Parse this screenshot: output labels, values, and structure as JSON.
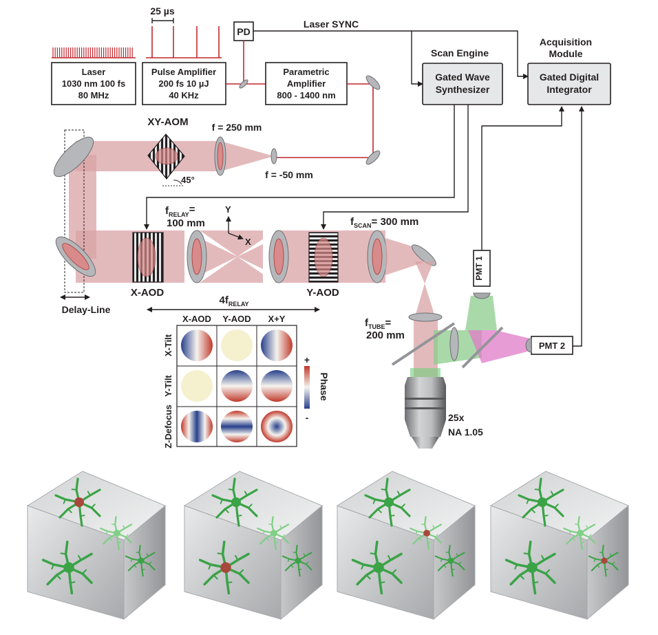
{
  "labels": {
    "laser_sync": "Laser SYNC",
    "pulse_period": "25 µs",
    "pd": "PD",
    "laser_l1": "Laser",
    "laser_l2": "1030 nm  100 fs",
    "laser_l3": "80 MHz",
    "amp_l1": "Pulse Amplifier",
    "amp_l2": "200 fs 10 µJ",
    "amp_l3": "40 KHz",
    "param_l1": "Parametric",
    "param_l2": "Amplifier",
    "param_l3": "800 - 1400 nm",
    "scan_engine": "Scan Engine",
    "gws_l1": "Gated Wave",
    "gws_l2": "Synthesizer",
    "acq_l1": "Acquisition",
    "acq_l2": "Module",
    "gdi_l1": "Gated Digital",
    "gdi_l2": "Integrator",
    "xy_aom": "XY-AOM",
    "f250": "f = 250 mm",
    "fm50": "f = -50 mm",
    "angle45": "45°",
    "f_relay_main": "f",
    "f_relay_sub": "RELAY",
    "f_relay_eq": "=",
    "f_relay_val": "100 mm",
    "axis_y": "Y",
    "axis_x": "X",
    "f_scan_main": "f",
    "f_scan_sub": "SCAN",
    "f_scan_val": "= 300 mm",
    "x_aod": "X-AOD",
    "y_aod": "Y-AOD",
    "four_f_main": "4f",
    "four_f_sub": "RELAY",
    "delay_line": "Delay-Line",
    "pmt1": "PMT 1",
    "pmt2": "PMT 2",
    "f_tube_main": "f",
    "f_tube_sub": "TUBE",
    "f_tube_eq": "=",
    "f_tube_val": "200 mm",
    "objective_l1": "25x",
    "objective_l2": "NA 1.05",
    "phase_plus": "+",
    "phase_label": "Phase",
    "phase_minus": "-"
  },
  "grid": {
    "columns": [
      "X-AOD",
      "Y-AOD",
      "X+Y"
    ],
    "rows": [
      "X-Tilt",
      "Y-Tilt",
      "Z-Defocus"
    ]
  },
  "colors": {
    "laser_red": "#c1272d",
    "beam_pink": "#d9a3a6",
    "fluor_green": "#8ccc8c",
    "fluor_magenta": "#e07bc8",
    "neuron_green": "#3aa346",
    "target_red": "#a8483c",
    "phase_red": "#c0392b",
    "phase_blue": "#27408b",
    "phase_neutral": "#f5f1cf"
  }
}
